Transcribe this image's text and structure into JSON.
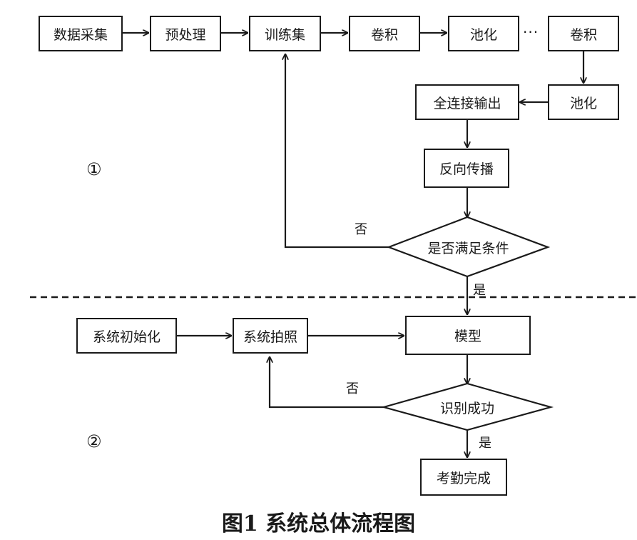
{
  "nodes": {
    "data_collection": "数据采集",
    "preprocessing": "预处理",
    "training_set": "训练集",
    "conv_1": "卷积",
    "pool_1": "池化",
    "conv_n": "卷积",
    "pool_n": "池化",
    "fc_output": "全连接输出",
    "backprop": "反向传播",
    "condition_check": "是否满足条件",
    "system_init": "系统初始化",
    "system_photo": "系统拍照",
    "model": "模型",
    "recognition_check": "识别成功",
    "attendance_done": "考勤完成"
  },
  "edge_labels": {
    "condition_no": "否",
    "condition_yes": "是",
    "recognition_no": "否",
    "recognition_yes": "是"
  },
  "ellipsis": "···",
  "section_markers": {
    "part1": "①",
    "part2": "②"
  },
  "caption": "图1   系统总体流程图"
}
